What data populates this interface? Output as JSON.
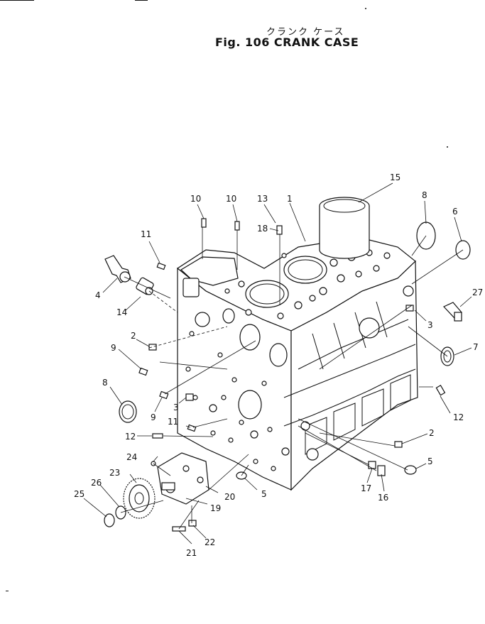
{
  "header": {
    "japanese_title": "クランク ケース",
    "fig_label": "Fig. 106",
    "title": "CRANK CASE"
  },
  "callouts": [
    {
      "id": "c1",
      "label": "1"
    },
    {
      "id": "c2a",
      "label": "2"
    },
    {
      "id": "c2b",
      "label": "2"
    },
    {
      "id": "c3a",
      "label": "3"
    },
    {
      "id": "c3b",
      "label": "3"
    },
    {
      "id": "c4",
      "label": "4"
    },
    {
      "id": "c5a",
      "label": "5"
    },
    {
      "id": "c5b",
      "label": "5"
    },
    {
      "id": "c6",
      "label": "6"
    },
    {
      "id": "c7",
      "label": "7"
    },
    {
      "id": "c8a",
      "label": "8"
    },
    {
      "id": "c8b",
      "label": "8"
    },
    {
      "id": "c9a",
      "label": "9"
    },
    {
      "id": "c9b",
      "label": "9"
    },
    {
      "id": "c10a",
      "label": "10"
    },
    {
      "id": "c10b",
      "label": "10"
    },
    {
      "id": "c11a",
      "label": "11"
    },
    {
      "id": "c11b",
      "label": "11"
    },
    {
      "id": "c12a",
      "label": "12"
    },
    {
      "id": "c12b",
      "label": "12"
    },
    {
      "id": "c13",
      "label": "13"
    },
    {
      "id": "c14",
      "label": "14"
    },
    {
      "id": "c15",
      "label": "15"
    },
    {
      "id": "c16",
      "label": "16"
    },
    {
      "id": "c17",
      "label": "17"
    },
    {
      "id": "c18",
      "label": "18"
    },
    {
      "id": "c19",
      "label": "19"
    },
    {
      "id": "c20",
      "label": "20"
    },
    {
      "id": "c21",
      "label": "21"
    },
    {
      "id": "c22",
      "label": "22"
    },
    {
      "id": "c23",
      "label": "23"
    },
    {
      "id": "c24",
      "label": "24"
    },
    {
      "id": "c25",
      "label": "25"
    },
    {
      "id": "c26",
      "label": "26"
    },
    {
      "id": "c27",
      "label": "27"
    }
  ]
}
